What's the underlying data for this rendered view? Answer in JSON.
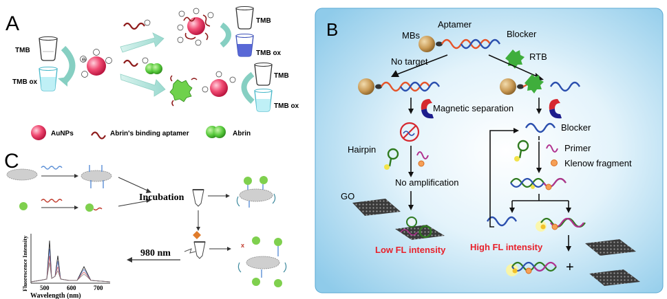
{
  "panel_a": {
    "letter": "A",
    "tmb_left": "TMB",
    "tmb_ox_left": "TMB ox",
    "tmb_top": "TMB",
    "tmb_ox_top": "TMB ox",
    "tmb_bottom": "TMB",
    "tmb_ox_bottom": "TMB ox",
    "legend": {
      "aunps": "AuNPs",
      "aptamer": "Abrin's binding aptamer",
      "abrin": "Abrin"
    }
  },
  "panel_b": {
    "letter": "B",
    "mbs": "MBs",
    "aptamer": "Aptamer",
    "blocker_top": "Blocker",
    "rtb": "RTB",
    "no_target": "No target",
    "magnetic_separation": "Magnetic separation",
    "blocker_mid": "Blocker",
    "hairpin": "Hairpin",
    "primer": "Primer",
    "klenow": "Klenow fragment",
    "no_amplification": "No amplification",
    "go": "GO",
    "low_fl": "Low FL intensity",
    "high_fl": "High FL intensity",
    "plus": "+",
    "colors": {
      "low_fl": "#e8202a",
      "high_fl": "#e8202a",
      "panel_bg": "#9fd3ee"
    }
  },
  "panel_c": {
    "letter": "C",
    "incubation": "Incubation",
    "nm980": "980 nm",
    "ylabel": "Fluorescence Intensity",
    "xlabel": "Wavelength   (nm)",
    "ticks": [
      "500",
      "600",
      "700"
    ]
  }
}
